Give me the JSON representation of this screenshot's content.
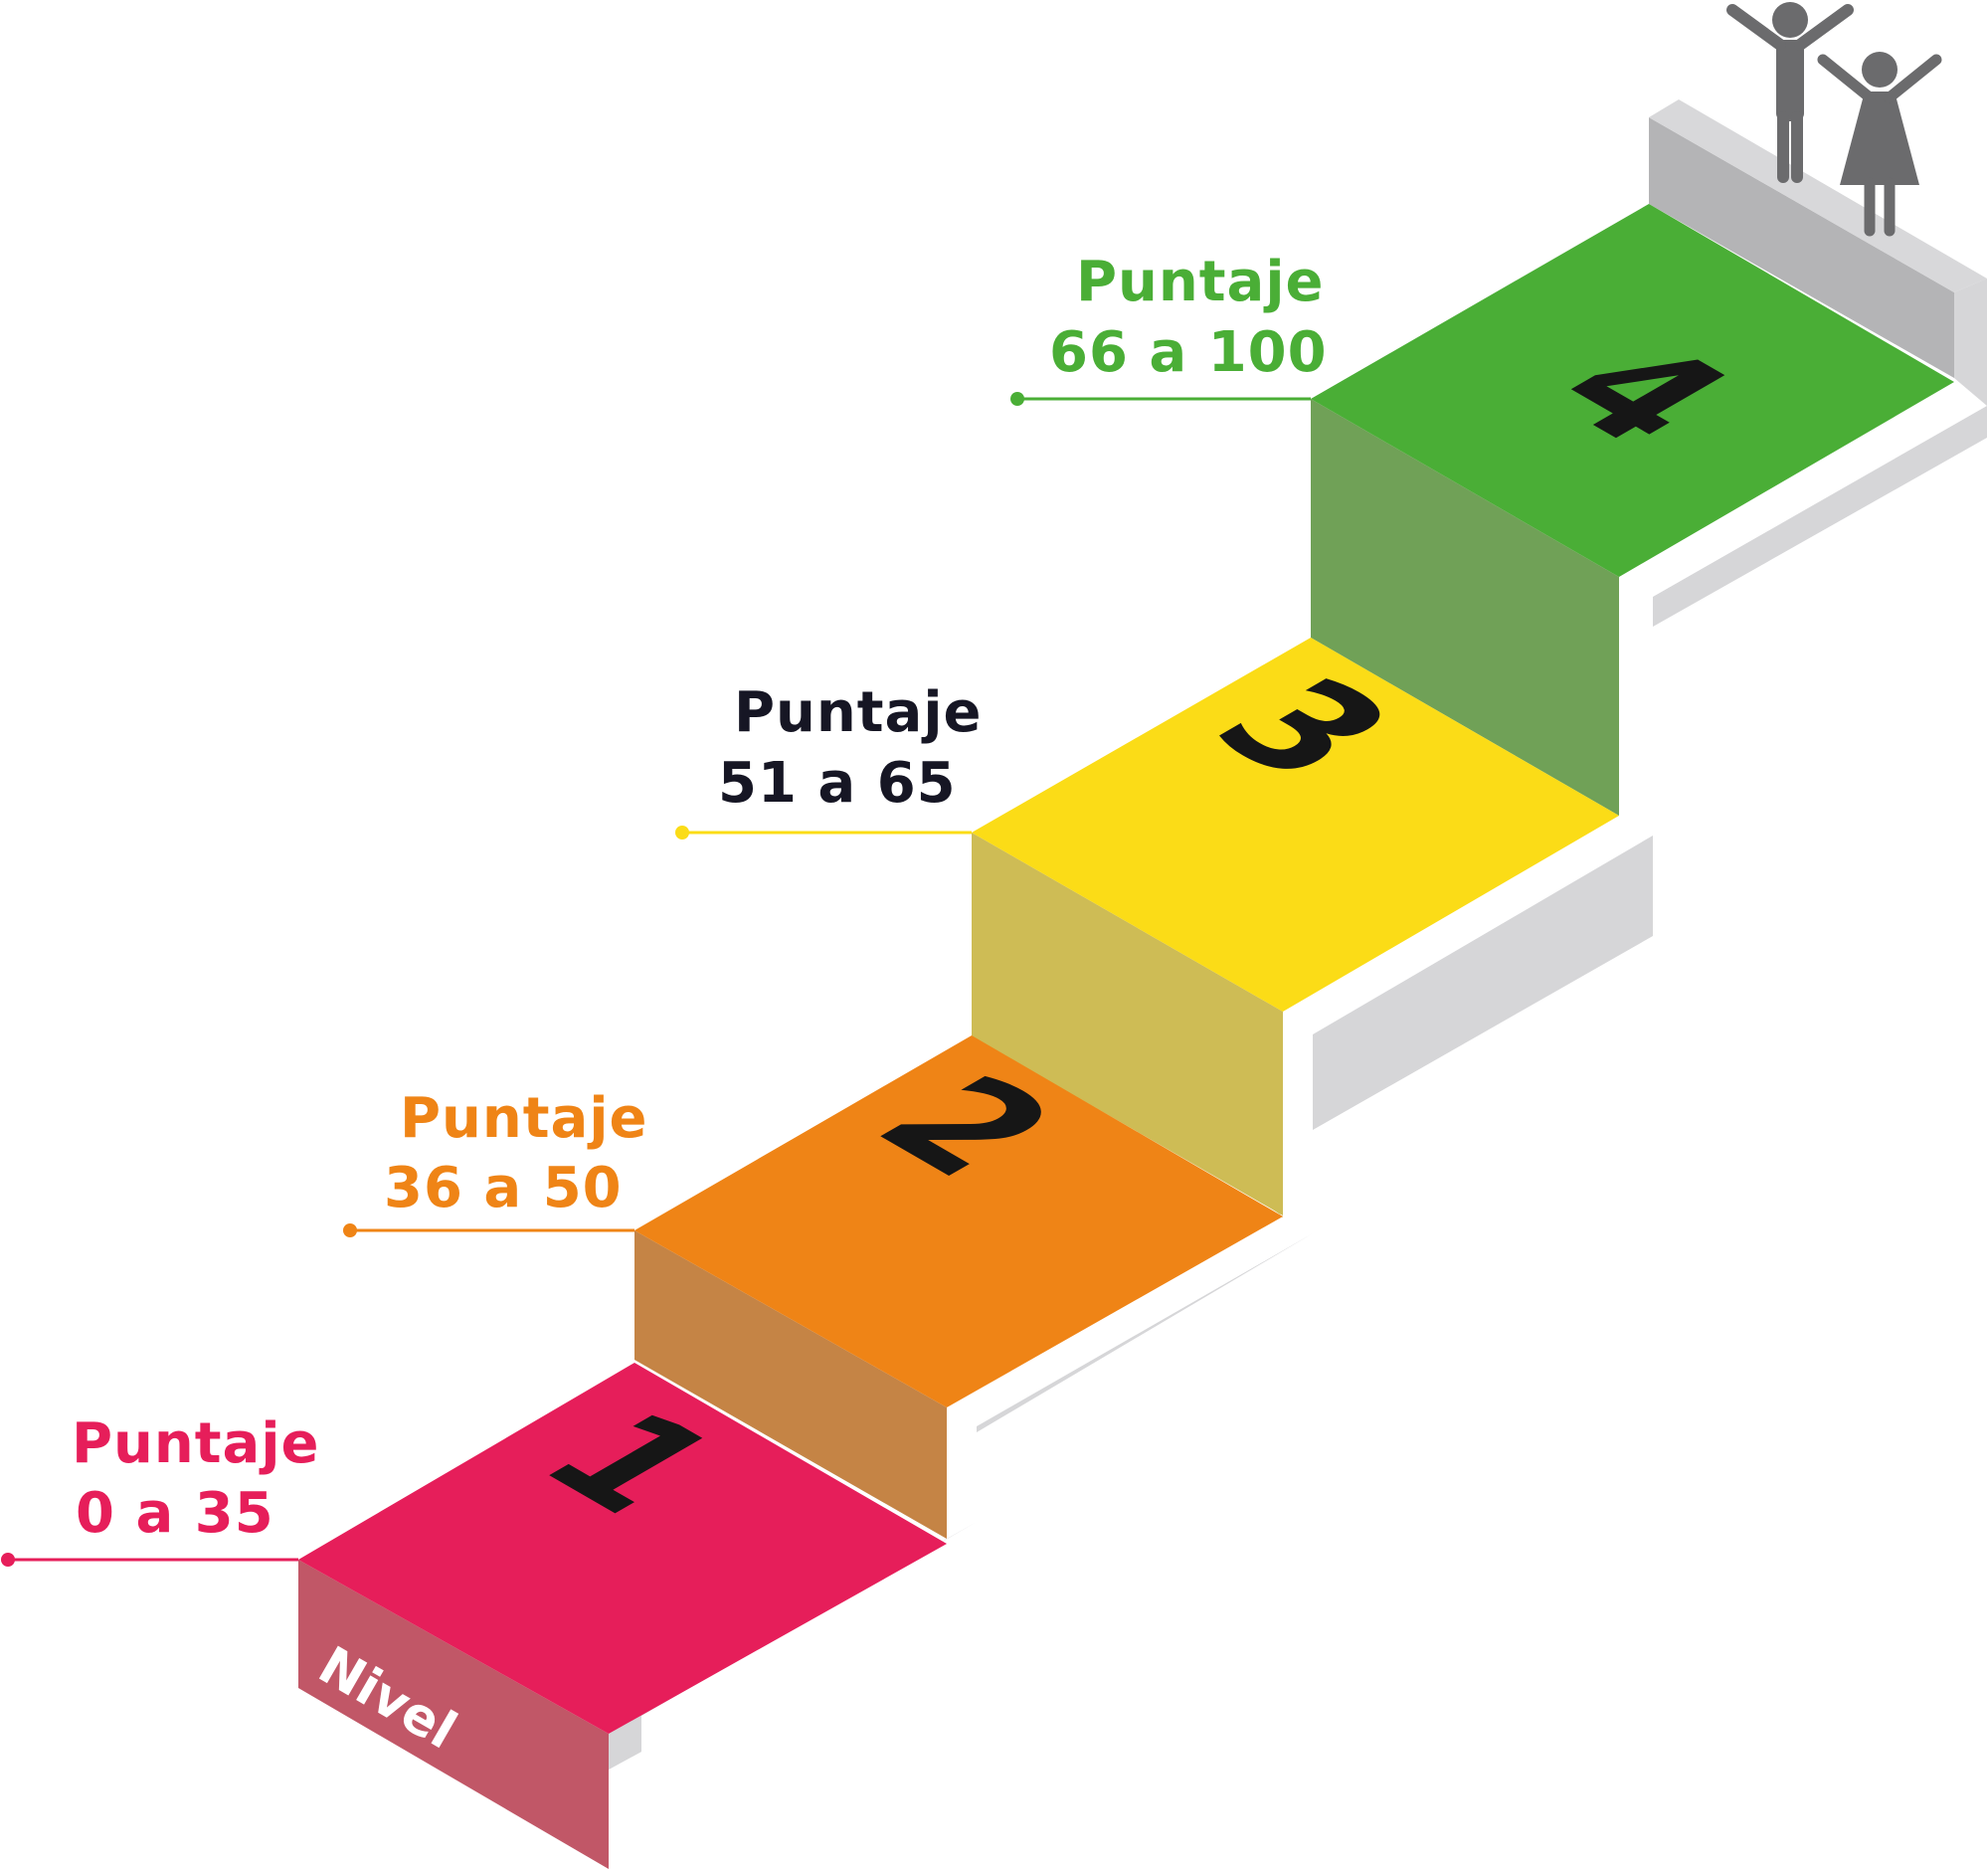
{
  "diagram": {
    "side_label": "Nivel",
    "steps": [
      {
        "level": "1",
        "title": "Puntaje",
        "range": "0 a 35",
        "color": "#e61e5a"
      },
      {
        "level": "2",
        "title": "Puntaje",
        "range": "36 a 50",
        "color": "#ef8416"
      },
      {
        "level": "3",
        "title": "Puntaje",
        "range": "51 a 65",
        "color": "#161624"
      },
      {
        "level": "4",
        "title": "Puntaje",
        "range": "66 a 100",
        "color": "#4aae36"
      }
    ],
    "step_colors": {
      "top": [
        "#e61e5a",
        "#ef8416",
        "#fbdc17",
        "#4aae36"
      ],
      "front": [
        "#c15767",
        "#c58445",
        "#cebc55",
        "#70a157"
      ]
    },
    "icons": [
      "boy-icon",
      "girl-icon"
    ]
  }
}
